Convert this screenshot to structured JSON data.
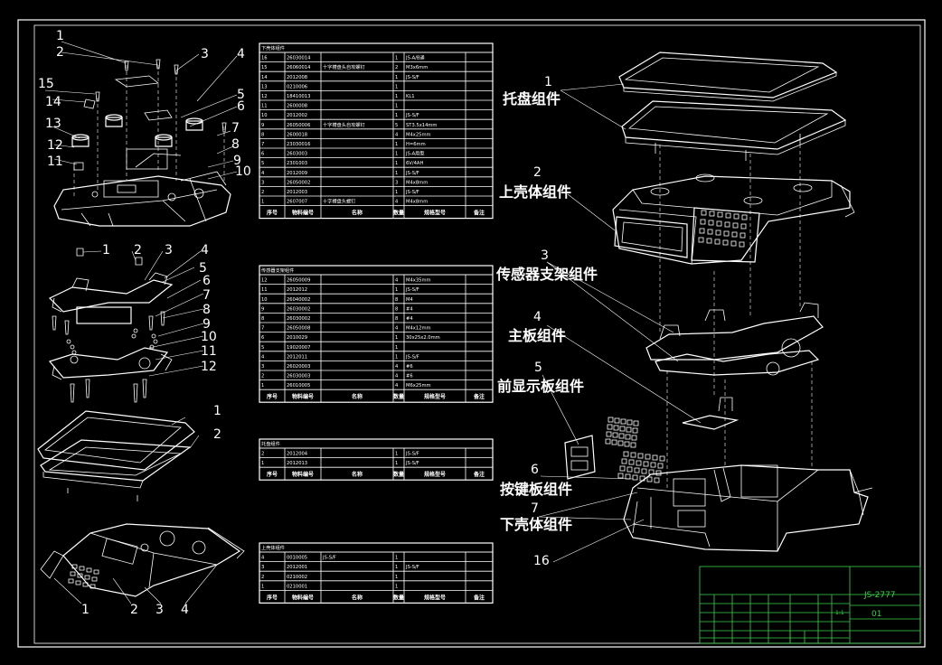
{
  "colors": {
    "background": "#000000",
    "line": "#ffffff",
    "title_block": "#3bd24a",
    "accent": "#33cc44"
  },
  "drawing": {
    "code": "JS-2777",
    "sheet": "01",
    "scale": "1:1",
    "leaders_right": [
      {
        "num": "1",
        "label": "托盘组件"
      },
      {
        "num": "2",
        "label": "上壳体组件"
      },
      {
        "num": "3",
        "label": "传感器支架组件"
      },
      {
        "num": "4",
        "label": "主板组件"
      },
      {
        "num": "5",
        "label": "前显示板组件"
      },
      {
        "num": "6",
        "label": "按键板组件"
      },
      {
        "num": "7",
        "label": "下壳体组件"
      },
      {
        "num": "16",
        "label": ""
      }
    ],
    "left_numbers": {
      "a": [
        "1",
        "2",
        "3",
        "4",
        "5",
        "6",
        "7",
        "8",
        "9",
        "10",
        "11",
        "12",
        "13",
        "14",
        "15"
      ],
      "b": [
        "1",
        "2",
        "3",
        "4",
        "5",
        "6",
        "7",
        "8",
        "9",
        "10",
        "11",
        "12"
      ],
      "c": [
        "1",
        "2"
      ],
      "d": [
        "1",
        "2",
        "3",
        "4"
      ]
    }
  },
  "tables": {
    "t1": {
      "title": "下壳体组件",
      "headers": [
        "序号",
        "物料编号",
        "名称",
        "数量",
        "规格型号",
        "备注"
      ],
      "rows": [
        [
          "16",
          "26030014",
          "",
          "1",
          "JS-A/B通",
          ""
        ],
        [
          "15",
          "26060014",
          "十字槽盘头自攻螺钉",
          "2",
          "M3x6mm",
          ""
        ],
        [
          "14",
          "2012008",
          "",
          "1",
          "JS-S/F",
          ""
        ],
        [
          "13",
          "0210006",
          "",
          "1",
          "",
          ""
        ],
        [
          "12",
          "18410013",
          "",
          "1",
          "KL1",
          ""
        ],
        [
          "11",
          "2600008",
          "",
          "1",
          "",
          ""
        ],
        [
          "10",
          "2012002",
          "",
          "1",
          "JS-S/F",
          ""
        ],
        [
          "9",
          "26050006",
          "十字槽盘头自攻螺钉",
          "5",
          "ST3.5x14mm",
          ""
        ],
        [
          "8",
          "2600018",
          "",
          "4",
          "M4x25mm",
          ""
        ],
        [
          "7",
          "23030016",
          "",
          "1",
          "H=6mm",
          ""
        ],
        [
          "6",
          "2603003",
          "",
          "1",
          "JS-A用型",
          ""
        ],
        [
          "5",
          "2301003",
          "",
          "1",
          "6V/4AH",
          ""
        ],
        [
          "4",
          "2012009",
          "",
          "1",
          "JS-S/F",
          ""
        ],
        [
          "3",
          "26050002",
          "",
          "3",
          "M4x8mm",
          ""
        ],
        [
          "2",
          "2012003",
          "",
          "1",
          "JS-S/F",
          ""
        ],
        [
          "1",
          "2607007",
          "十字槽盘头螺钉",
          "4",
          "M4x8mm",
          ""
        ]
      ]
    },
    "t2": {
      "title": "传感器支架组件",
      "headers": [
        "序号",
        "物料编号",
        "名称",
        "数量",
        "规格型号",
        "备注"
      ],
      "rows": [
        [
          "12",
          "26050009",
          "",
          "4",
          "M4x35mm",
          ""
        ],
        [
          "11",
          "2012012",
          "",
          "1",
          "JS-S/F",
          ""
        ],
        [
          "10",
          "26040002",
          "",
          "8",
          "M4",
          ""
        ],
        [
          "9",
          "26030002",
          "",
          "8",
          "#4",
          ""
        ],
        [
          "8",
          "26030002",
          "",
          "8",
          "#4",
          ""
        ],
        [
          "7",
          "26050008",
          "",
          "4",
          "M4x12mm",
          ""
        ],
        [
          "6",
          "2010029",
          "",
          "1",
          "30x25x2.0mm",
          ""
        ],
        [
          "5",
          "19020007",
          "",
          "1",
          "",
          ""
        ],
        [
          "4",
          "2012011",
          "",
          "1",
          "JS-S/F",
          ""
        ],
        [
          "3",
          "26020003",
          "",
          "4",
          "#6",
          ""
        ],
        [
          "2",
          "26030003",
          "",
          "4",
          "#6",
          ""
        ],
        [
          "1",
          "26010005",
          "",
          "4",
          "M6x25mm",
          ""
        ]
      ]
    },
    "t3": {
      "title": "托盘组件",
      "headers": [
        "序号",
        "物料编号",
        "名称",
        "数量",
        "规格型号",
        "备注"
      ],
      "rows": [
        [
          "2",
          "2012004",
          "",
          "1",
          "JS-S/F",
          ""
        ],
        [
          "1",
          "2012013",
          "",
          "1",
          "JS-S/F",
          ""
        ]
      ]
    },
    "t4": {
      "title": "上壳体组件",
      "headers": [
        "序号",
        "物料编号",
        "名称",
        "数量",
        "规格型号",
        "备注"
      ],
      "rows": [
        [
          "4",
          "0010005",
          "JS-S/F",
          "1",
          "",
          ""
        ],
        [
          "3",
          "2012001",
          "",
          "1",
          "JS-S/F",
          ""
        ],
        [
          "2",
          "0210002",
          "",
          "1",
          "",
          ""
        ],
        [
          "1",
          "0210001",
          "",
          "1",
          "",
          ""
        ]
      ]
    }
  }
}
